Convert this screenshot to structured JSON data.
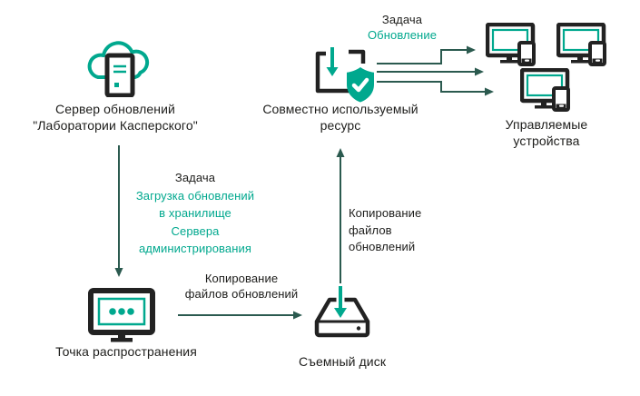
{
  "colors": {
    "accent_teal": "#00a88e",
    "arrow_green": "#2b5a4f",
    "icon_black": "#222222",
    "text_black": "#1d1d1b"
  },
  "nodes": {
    "update_server": {
      "icon": "cloud-server-icon",
      "caption": [
        "Сервер обновлений",
        "\"Лаборатории Касперского\""
      ]
    },
    "distribution_point": {
      "icon": "monitor-icon",
      "caption": [
        "Точка распространения"
      ]
    },
    "removable_disk": {
      "icon": "removable-disk-icon",
      "caption": [
        "Съемный диск"
      ]
    },
    "shared_resource": {
      "icon": "shared-folder-shield-icon",
      "caption": [
        "Совместно используемый",
        "ресурс"
      ]
    },
    "managed_devices": {
      "icon": "devices-icon",
      "caption": [
        "Управляемые",
        "устройства"
      ]
    }
  },
  "annotations": {
    "download_task": {
      "title": "Задача",
      "lines": [
        "Загрузка обновлений",
        "в хранилище",
        "Сервера",
        "администрирования"
      ]
    },
    "update_task": {
      "title": "Задача",
      "subtitle": "Обновление"
    },
    "copy_to_disk": {
      "lines": [
        "Копирование",
        "файлов обновлений"
      ]
    },
    "copy_from_disk": {
      "lines": [
        "Копирование",
        "файлов",
        "обновлений"
      ]
    }
  }
}
